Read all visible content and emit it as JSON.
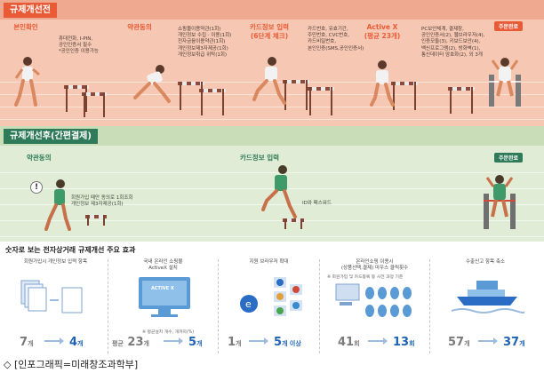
{
  "before": {
    "title": "규제개선전",
    "stages": [
      {
        "label": "본인확인",
        "desc": "휴대전화, I-PIN,\n공인인증서 필수\n*공인인증 이용가능"
      },
      {
        "label": "약관동의",
        "desc": "쇼핑몰이용약관(1회)\n개인정보 수집 · 이용(1회)\n전자금융이용약관(1회)\n개인정보제3자제공(1회)\n개인정보취급 위탁(1회)"
      },
      {
        "label": "카드정보 입력\n(6단계 체크)",
        "desc": "카드번호, 유효기간,\n주민번호, CVC번호,\n카드비밀번호,\n본인인증(SMS,공인인증서)"
      },
      {
        "label": "Active X\n(평균 23개)",
        "desc": "PC보안체계, 결제창,\n공인인증서(2), 웹브라우저(4),\n인증모듈(3), 키보드보안(4),\n백신프로그램(2), 방화벽(1),\n통신데이터 암호화(2), 외 3개"
      }
    ],
    "finish": "주문완료"
  },
  "after": {
    "title": "규제개선후(간편결제)",
    "stage1": "약관동의",
    "stage1_desc": "회원가입 때만 동의로 1회조회\n개인정보 제3자제공(1회)",
    "stage2": "카드정보 입력",
    "stage2_desc": "ID와 패스워드",
    "bubble": "!",
    "finish": "주문완료"
  },
  "numbers": {
    "title": "숫자로 보는 전자상거래 규제개선 주요 효과",
    "cards": [
      {
        "title": "회원가입시 개인정보 입력 항목",
        "from": "7",
        "from_unit": "개",
        "to": "4",
        "to_unit": "개",
        "note": ""
      },
      {
        "title": "국내 온라인 쇼핑몰\nActiveX 설치",
        "badge": "ACTIVE X",
        "prefix": "평균",
        "from": "23",
        "from_unit": "개",
        "to": "5",
        "to_unit": "개",
        "note": "※ 평균설치 개수, 개까지(%)"
      },
      {
        "title": "지원 브라우저 확대",
        "from": "1",
        "from_unit": "개",
        "to": "5",
        "to_unit": "개 이상",
        "note": ""
      },
      {
        "title": "온라인쇼핑 이용시\n(상품선택,결제) 마우스 클릭횟수",
        "from": "41",
        "from_unit": "회",
        "to": "13",
        "to_unit": "회",
        "note": "※ 회원가입 및 카드등록 등 사전 과정 기준"
      },
      {
        "title": "수출신고 항목 축소",
        "from": "57",
        "from_unit": "개",
        "to": "37",
        "to_unit": "개",
        "note": ""
      }
    ]
  },
  "caption": "◇ [인포그래픽=미래창조과학부]",
  "colors": {
    "before_accent": "#e85b36",
    "after_accent": "#2f7a58",
    "highlight": "#1e63b3"
  }
}
